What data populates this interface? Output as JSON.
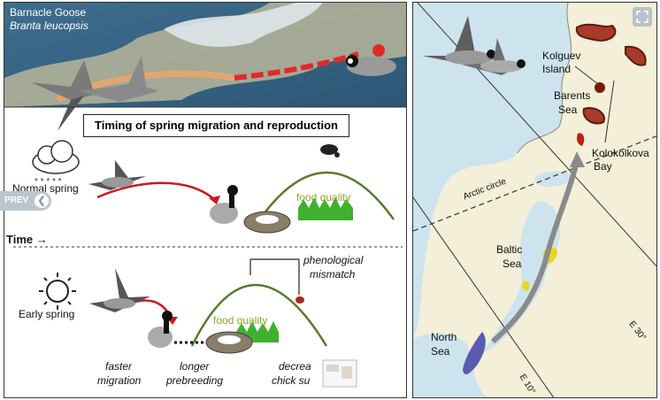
{
  "left_panel": {
    "species_common": "Barnacle Goose",
    "species_latin": "Branta leucopsis",
    "timing_title": "Timing of spring migration and reproduction",
    "normal_spring_label": "Normal spring",
    "early_spring_label": "Early spring",
    "time_label": "Time →",
    "food_quality_top": "food quality",
    "food_quality_bottom": "food quality",
    "mismatch_label_1": "phenological",
    "mismatch_label_2": "mismatch",
    "faster_1": "faster",
    "faster_2": "migration",
    "longer_1": "longer",
    "longer_2": "prebreeding",
    "decreased_1": "decrea",
    "decreased_2": "chick su"
  },
  "right_panel": {
    "kolguev_1": "Kolguev",
    "kolguev_2": "Island",
    "barents_1": "Barents",
    "barents_2": "Sea",
    "kolokolkova_1": "Kolokolkova",
    "kolokolkova_2": "Bay",
    "arctic_circle": "Arctic circle",
    "baltic_1": "Baltic",
    "baltic_2": "Sea",
    "north_1": "North",
    "north_2": "Sea",
    "e30": "E 30°",
    "e10": "E 10°"
  },
  "nav": {
    "prev_label": "PREV"
  },
  "colors": {
    "red_arrow": "#d42020",
    "hill": "#5a7a2a",
    "food_text": "#8aa62a",
    "breeding": "#7a1a0a",
    "staging": "#e9d61a",
    "wintering": "#5a5ab0"
  }
}
